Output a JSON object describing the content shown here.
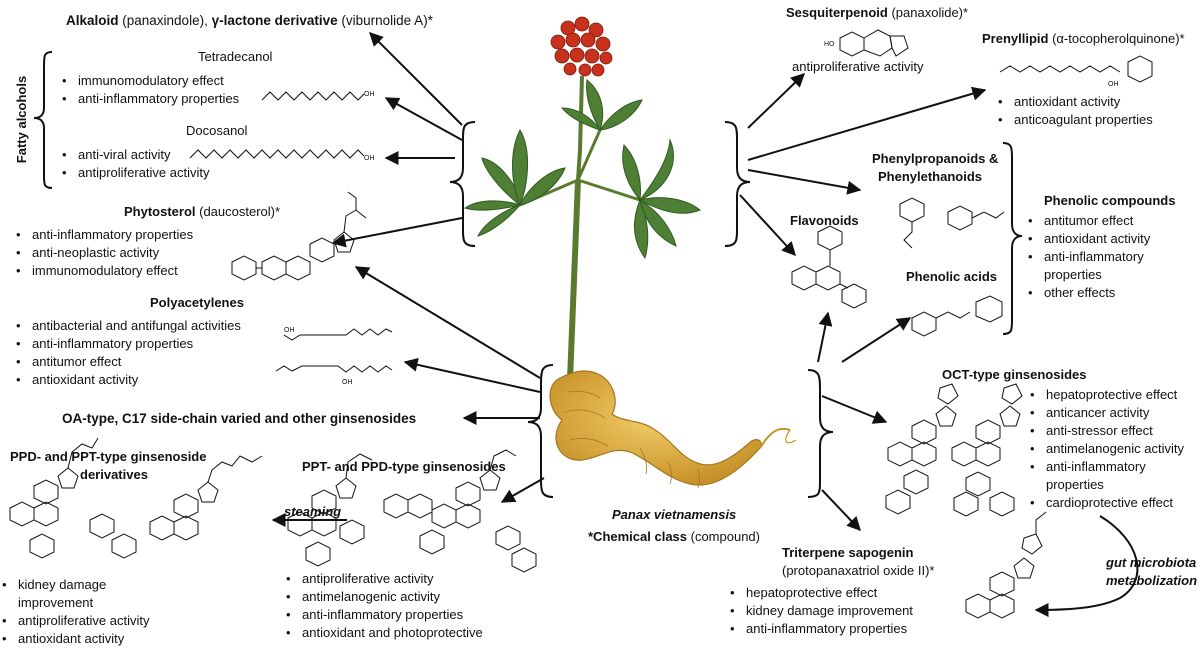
{
  "plant_caption": "Panax vietnamensis",
  "legend_label_bold": "*Chemical class",
  "legend_label_rest": " (compound)",
  "alkaloid": {
    "bold1": "Alkaloid",
    "rest1": " (panaxindole), ",
    "bold2": "γ-lactone derivative",
    "rest2": " (viburnolide A)*"
  },
  "fatty_alcohols": {
    "group_label": "Fatty alcohols",
    "tetradecanol": {
      "name": "Tetradecanol",
      "effects": [
        "immunomodulatory effect",
        "anti-inflammatory properties"
      ],
      "oh": "OH"
    },
    "docosanol": {
      "name": "Docosanol",
      "effects": [
        "anti-viral activity",
        "antiproliferative activity"
      ],
      "oh": "OH"
    }
  },
  "phytosterol": {
    "bold": "Phytosterol",
    "rest": " (daucosterol)*",
    "effects": [
      "anti-inflammatory properties",
      "anti-neoplastic activity",
      "immunomodulatory effect"
    ]
  },
  "polyacetylenes": {
    "title": "Polyacetylenes",
    "effects": [
      "antibacterial and antifungal activities",
      "anti-inflammatory properties",
      "antitumor effect",
      "antioxidant activity"
    ],
    "oh": "OH"
  },
  "oa_type": {
    "title": "OA-type, C17 side-chain varied and other ginsenosides"
  },
  "ppd_derivatives": {
    "title_line1": "PPD- and PPT-type ginsenoside",
    "title_line2": "derivatives",
    "effects": [
      "kidney damage",
      "improvement",
      "antiproliferative activity",
      "antioxidant activity"
    ]
  },
  "steaming_label": "steaming",
  "ppt_ppd": {
    "title": "PPT- and PPD-type ginsenosides",
    "effects": [
      "antiproliferative activity",
      "antimelanogenic activity",
      "anti-inflammatory properties",
      "antioxidant and photoprotective"
    ]
  },
  "sesquiterpenoid": {
    "bold": "Sesquiterpenoid",
    "rest": " (panaxolide)*",
    "effects_text": "antiproliferative activity",
    "ho": "HO"
  },
  "prenyllipid": {
    "bold": "Prenyllipid",
    "rest": " (α-tocopherolquinone)*",
    "effects": [
      "antioxidant activity",
      "anticoagulant properties"
    ],
    "oh": "OH"
  },
  "phenylpropanoids": {
    "line1": "Phenylpropanoids &",
    "line2": "Phenylethanoids"
  },
  "flavonoids": {
    "title": "Flavonoids"
  },
  "phenolic_acids": {
    "title": "Phenolic acids"
  },
  "phenolic_compounds": {
    "title": "Phenolic compounds",
    "effects": [
      "antitumor effect",
      "antioxidant activity",
      "anti-inflammatory",
      "properties",
      "other effects"
    ]
  },
  "oct_type": {
    "title": "OCT-type ginsenosides",
    "effects": [
      "hepatoprotective effect",
      "anticancer activity",
      "anti-stressor effect",
      "antimelanogenic activity",
      "anti-inflammatory",
      "properties",
      "cardioprotective effect"
    ]
  },
  "triterpene": {
    "bold": "Triterpene sapogenin",
    "rest": "(protopanaxatriol oxide II)*",
    "effects": [
      "hepatoprotective effect",
      "kidney damage improvement",
      "anti-inflammatory properties"
    ]
  },
  "gut_label_line1": "gut microbiota",
  "gut_label_line2": "metabolization",
  "colors": {
    "leaf": "#4f7f35",
    "leaf_dark": "#2f5a20",
    "stem": "#5a7a30",
    "berry": "#c8321c",
    "root": "#d9a83a",
    "root_dark": "#a87520",
    "ink": "#111111"
  }
}
